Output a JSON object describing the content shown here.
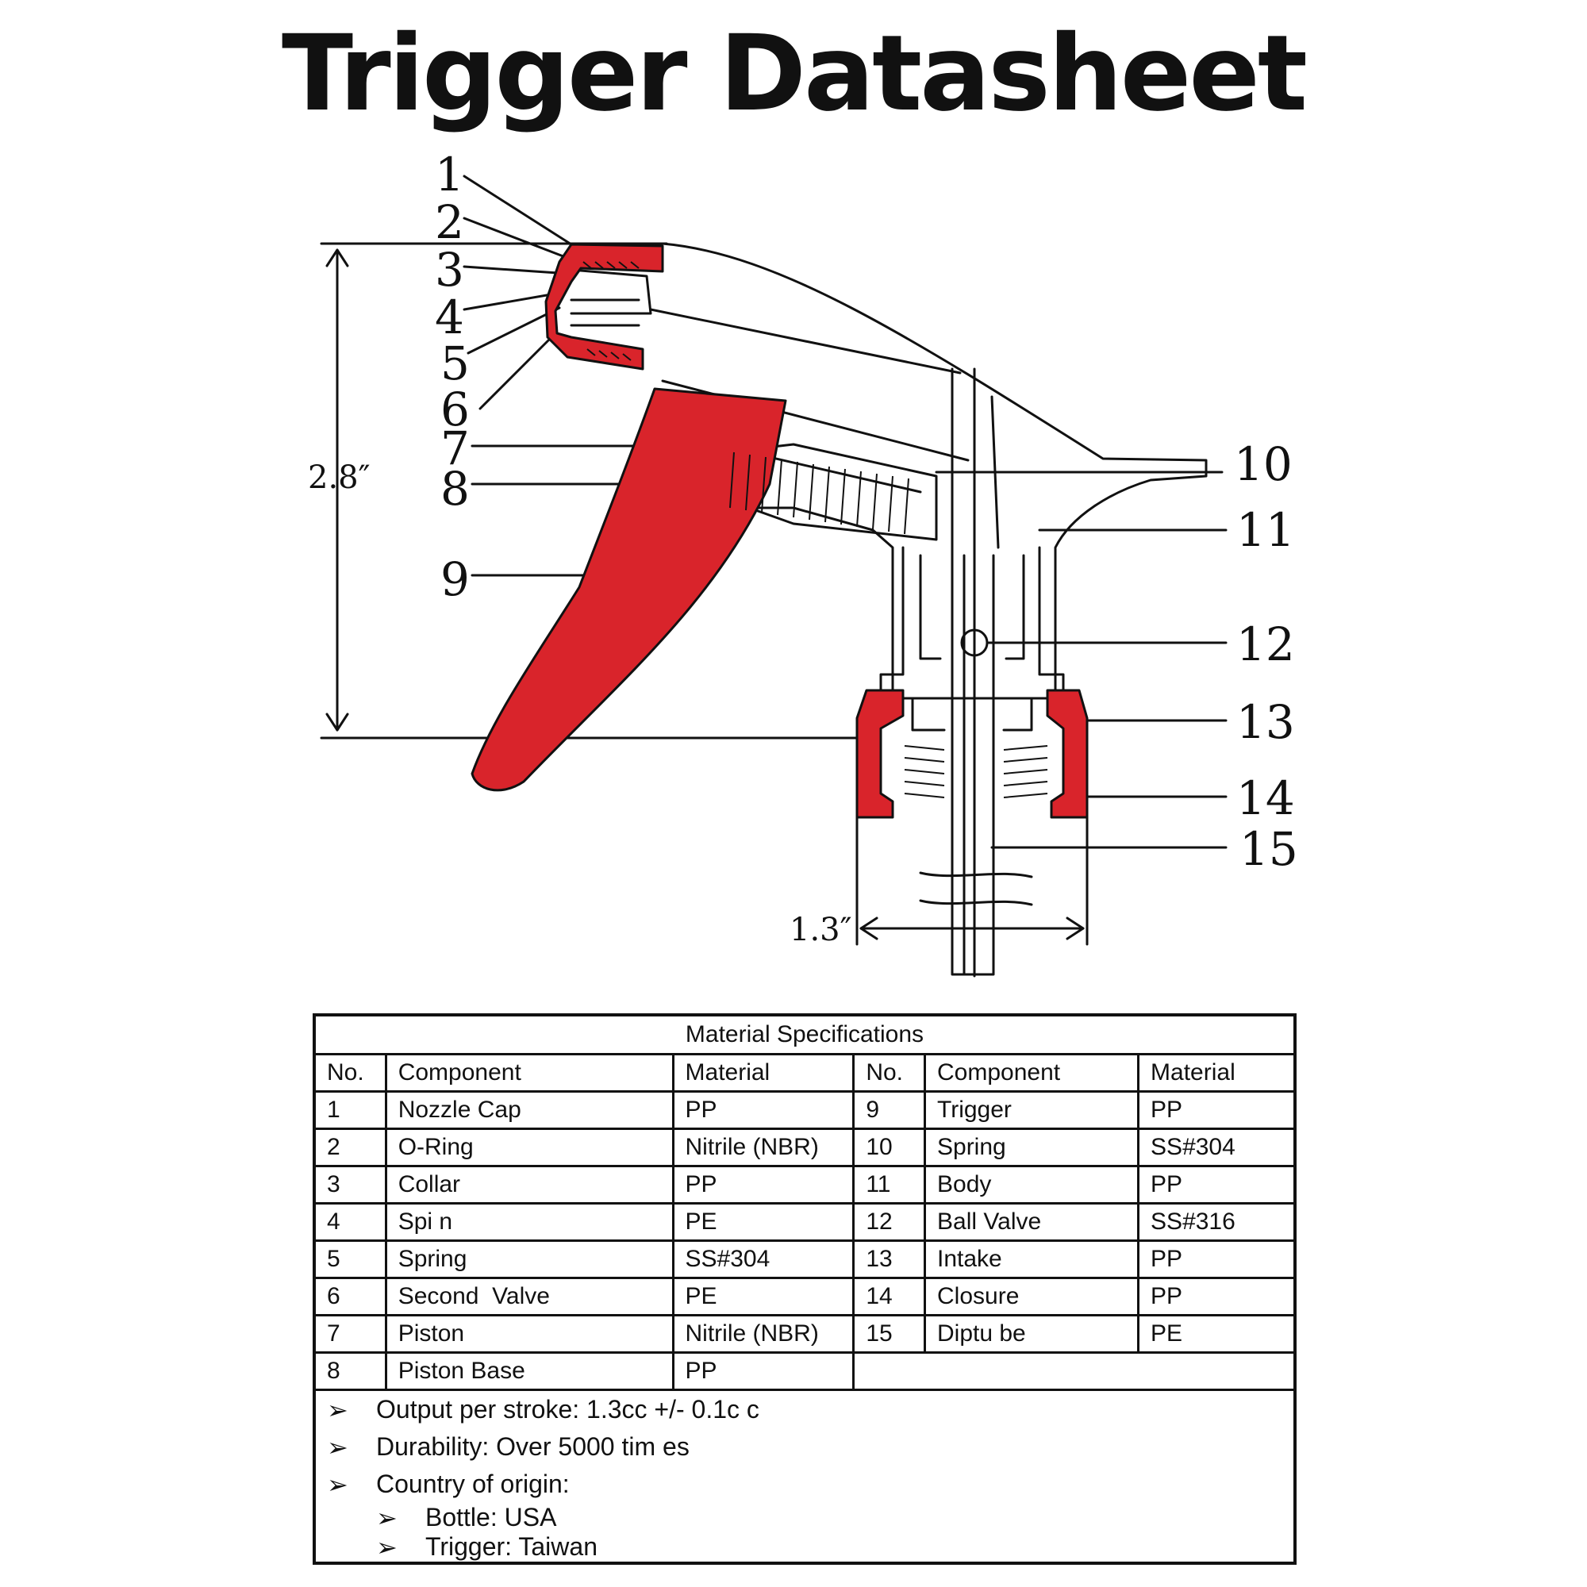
{
  "title": "Trigger Datasheet",
  "colors": {
    "accent_red": "#d9242b",
    "line": "#111111"
  },
  "diagram": {
    "callouts": [
      "1",
      "2",
      "3",
      "4",
      "5",
      "6",
      "7",
      "8",
      "9",
      "10",
      "11",
      "12",
      "13",
      "14",
      "15"
    ],
    "height_dim": "2.8″",
    "width_dim": "1.3″"
  },
  "table": {
    "caption": "Material Specifications",
    "headers": [
      "No.",
      "Component",
      "Material",
      "No.",
      "Component",
      "Material"
    ],
    "rows": [
      {
        "left": {
          "no": "1",
          "component": "Nozzle Cap",
          "material": "PP"
        },
        "right": {
          "no": "9",
          "component": "Trigger",
          "material": "PP"
        }
      },
      {
        "left": {
          "no": "2",
          "component": "O-Ring",
          "material": "Nitrile (NBR)"
        },
        "right": {
          "no": "10",
          "component": "Spring",
          "material": "SS#304"
        }
      },
      {
        "left": {
          "no": "3",
          "component": "Collar",
          "material": "PP"
        },
        "right": {
          "no": "11",
          "component": "Body",
          "material": "PP"
        }
      },
      {
        "left": {
          "no": "4",
          "component": "Spi n",
          "material": "PE"
        },
        "right": {
          "no": "12",
          "component": "Ball Valve",
          "material": "SS#316"
        }
      },
      {
        "left": {
          "no": "5",
          "component": "Spring",
          "material": "SS#304"
        },
        "right": {
          "no": "13",
          "component": "Intake",
          "material": "PP"
        }
      },
      {
        "left": {
          "no": "6",
          "component": "Second  Valve",
          "material": "PE"
        },
        "right": {
          "no": "14",
          "component": "Closure",
          "material": "PP"
        }
      },
      {
        "left": {
          "no": "7",
          "component": "Piston",
          "material": "Nitrile (NBR)"
        },
        "right": {
          "no": "15",
          "component": "Diptu be",
          "material": "PE"
        }
      },
      {
        "left": {
          "no": "8",
          "component": "Piston Base",
          "material": "PP"
        },
        "right": {
          "no": "",
          "component": "",
          "material": ""
        }
      }
    ],
    "notes": [
      "Output per stroke: 1.3cc +/- 0.1c c",
      "Durability: Over 5000 tim es",
      "Country of origin:"
    ],
    "origin": [
      "Bottle: USA",
      "Trigger: Taiwan"
    ],
    "bullet_icon": "arrow-bullet-icon"
  }
}
